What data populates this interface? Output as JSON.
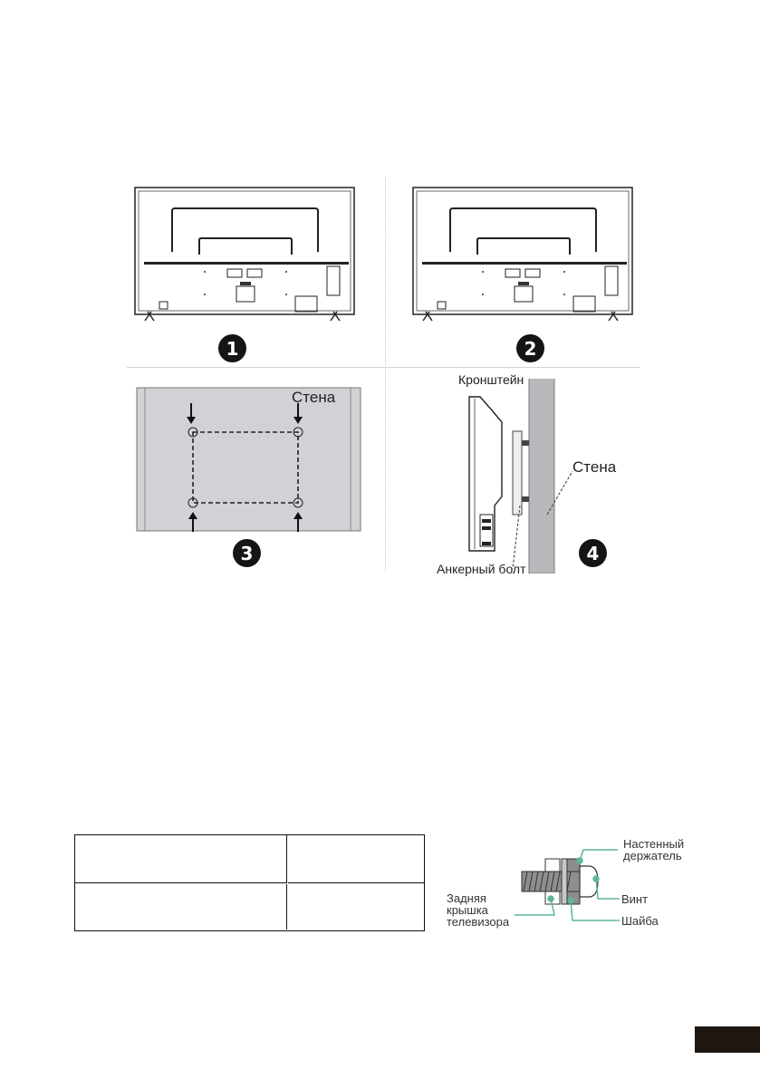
{
  "figure": {
    "steps": [
      {
        "number": "1"
      },
      {
        "number": "2"
      },
      {
        "number": "3"
      },
      {
        "number": "4"
      }
    ],
    "panel3": {
      "wall_label": "Стена"
    },
    "panel4": {
      "bracket_label": "Кронштейн",
      "wall_label": "Стена",
      "anchor_label": "Анкерный болт"
    }
  },
  "table": {
    "rows": [
      {
        "cells": [
          "",
          ""
        ]
      },
      {
        "cells": [
          "",
          ""
        ]
      }
    ]
  },
  "bolt_diagram": {
    "wall_holder_label": "Настенный\nдержатель",
    "screw_label": "Винт",
    "washer_label": "Шайба",
    "back_cover_label": "Задняя\nкрышка\nтелевизора"
  },
  "colors": {
    "wall_fill": "#d2d2d6",
    "callout_green": "#5fb59a",
    "page_tab": "#1e1711"
  }
}
